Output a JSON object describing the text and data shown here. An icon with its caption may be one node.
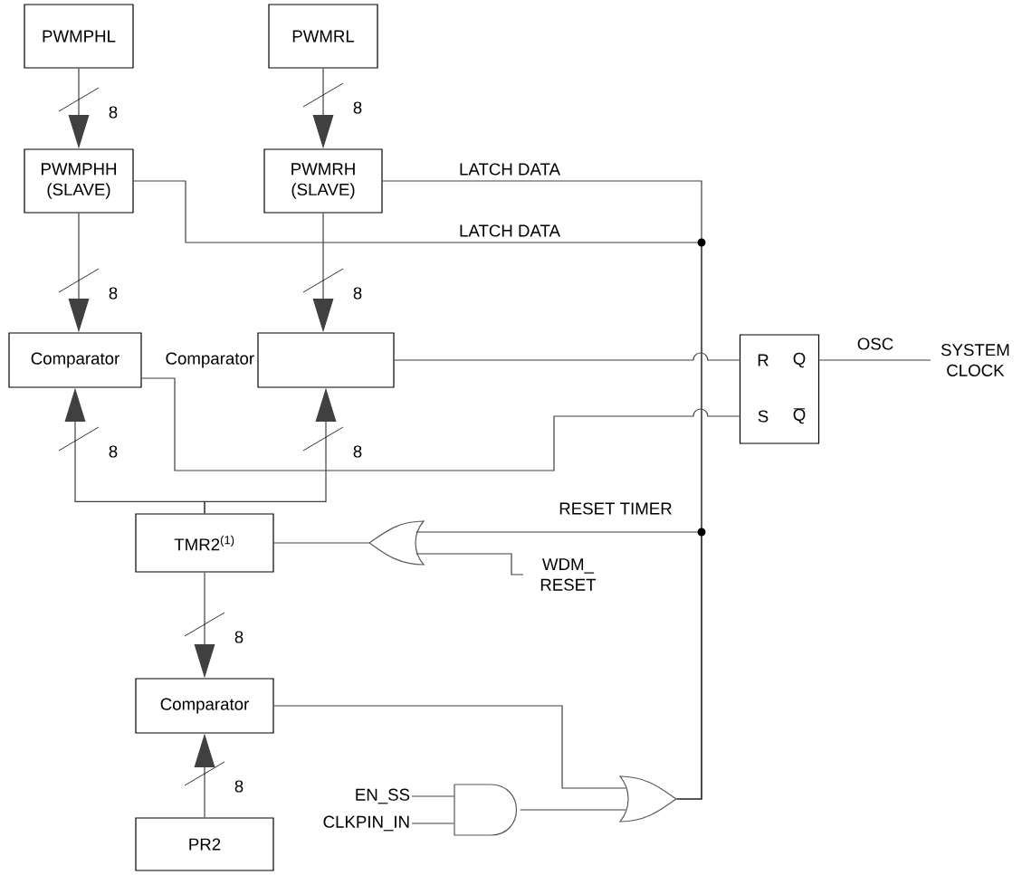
{
  "diagram": {
    "nodes": [
      {
        "text": [
          "PWMPHL"
        ]
      },
      {
        "text": [
          "PWMRL"
        ]
      },
      {
        "text": [
          "PWMPHH (SLAVE)"
        ]
      },
      {
        "text": [
          "PWMRH (SLAVE)"
        ]
      },
      {
        "text": [
          "Comparator"
        ]
      },
      {
        "text": [
          "Comparator"
        ]
      },
      {
        "text": [
          "R",
          "Q",
          "S",
          "Q"
        ]
      },
      {
        "text": [
          "TMR2$^{(1)}$"
        ]
      },
      {
        "text": [],
        "shape": "gate"
      },
      {
        "text": [
          "Comparator"
        ]
      },
      {
        "text": [
          "PR2"
        ]
      },
      {
        "text": [],
        "shape": "gate"
      },
      {
        "text": [],
        "shape": "gate"
      },
      {
        "text": [
          "EN_SS"
        ]
      },
      {
        "text": [
          "CLKPIN_IN"
        ]
      },
      {
        "text": [
          "SYSTEM CLOCK"
        ]
      },
      {
        "text": [
          "WDM_ RESET"
        ]
      }
    ],
    "edges": [
      {
        "from": 0,
        "to": 2,
        "arrow": "to"
      },
      {
        "from": 1,
        "to": 3,
        "arrow": "to"
      },
      {
        "from": 2,
        "to": 4,
        "arrow": "to"
      },
      {
        "from": 3,
        "to": 5,
        "arrow": "to"
      },
      {
        "from": 7,
        "to": 4,
        "arrow": "to"
      },
      {
        "from": 7,
        "to": 5,
        "arrow": "to"
      },
      {
        "from": 7,
        "to": 9,
        "arrow": "to"
      },
      {
        "from": 10,
        "to": 9,
        "arrow": "to"
      },
      {
        "from": 5,
        "to": 6,
        "arrow": "none"
      },
      {
        "from": 4,
        "to": 6,
        "arrow": "none"
      },
      {
        "from": 6,
        "to": 15,
        "arrow": "none",
        "label": "OSC"
      },
      {
        "from": 8,
        "to": 7,
        "arrow": "none"
      },
      {
        "from": 16,
        "to": 8,
        "arrow": "none"
      },
      {
        "from": 12,
        "to": 8,
        "arrow": "none",
        "label": "RESET TIMER"
      },
      {
        "from": 12,
        "to": 3,
        "arrow": "none",
        "label": "LATCH DATA"
      },
      {
        "from": 12,
        "to": 2,
        "arrow": "none",
        "label": "LATCH DATA"
      },
      {
        "from": 9,
        "to": 12,
        "arrow": "none"
      },
      {
        "from": 11,
        "to": 12,
        "arrow": "none"
      },
      {
        "from": 13,
        "to": 11,
        "arrow": "none"
      },
      {
        "from": 14,
        "to": 11,
        "arrow": "none"
      }
    ],
    "labels": [
      "8",
      "8",
      "8",
      "8",
      "8",
      "8",
      "8",
      "8"
    ]
  }
}
